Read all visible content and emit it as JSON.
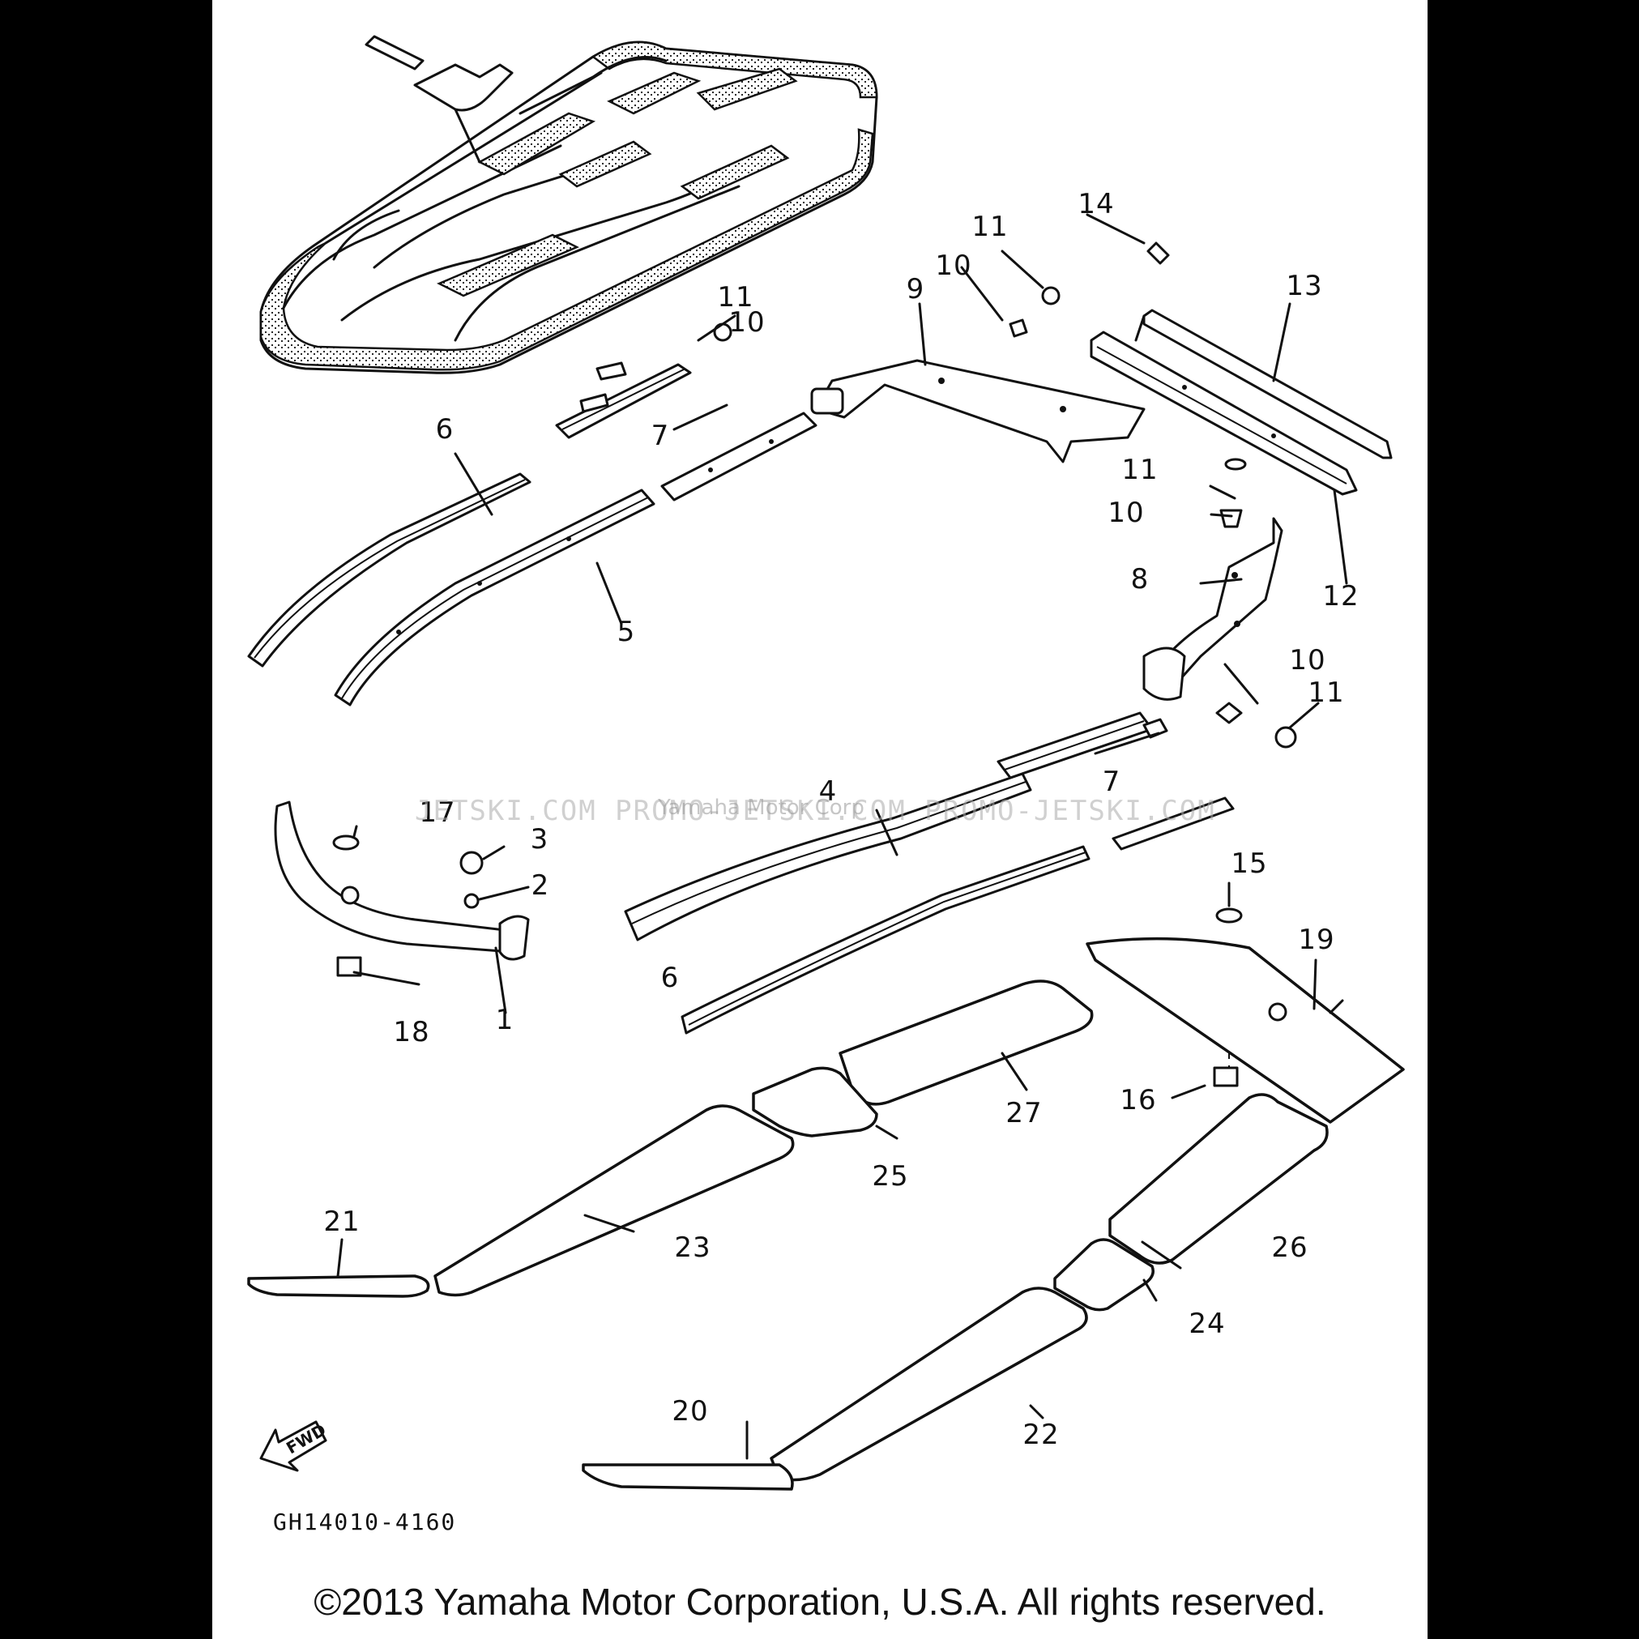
{
  "diagram": {
    "part_numbers": [
      "1",
      "2",
      "3",
      "4",
      "5",
      "6",
      "6",
      "7",
      "7",
      "8",
      "9",
      "10",
      "10",
      "10",
      "10",
      "11",
      "11",
      "11",
      "11",
      "12",
      "13",
      "14",
      "15",
      "16",
      "17",
      "18",
      "19",
      "20",
      "21",
      "22",
      "23",
      "24",
      "25",
      "26",
      "27"
    ],
    "figure_code": "GH14010-4160",
    "direction_marker": "FWD",
    "watermark": "JETSKI.COM   PROMO-JETSKI.COM   PROMO-JETSKI.COM",
    "watermark_overlay": "Yamaha Motor Corp"
  },
  "copyright": "©2013 Yamaha Motor Corporation, U.S.A. All rights reserved.",
  "colors": {
    "page_border": "#000000",
    "sheet": "#ffffff",
    "ink": "#111111"
  }
}
